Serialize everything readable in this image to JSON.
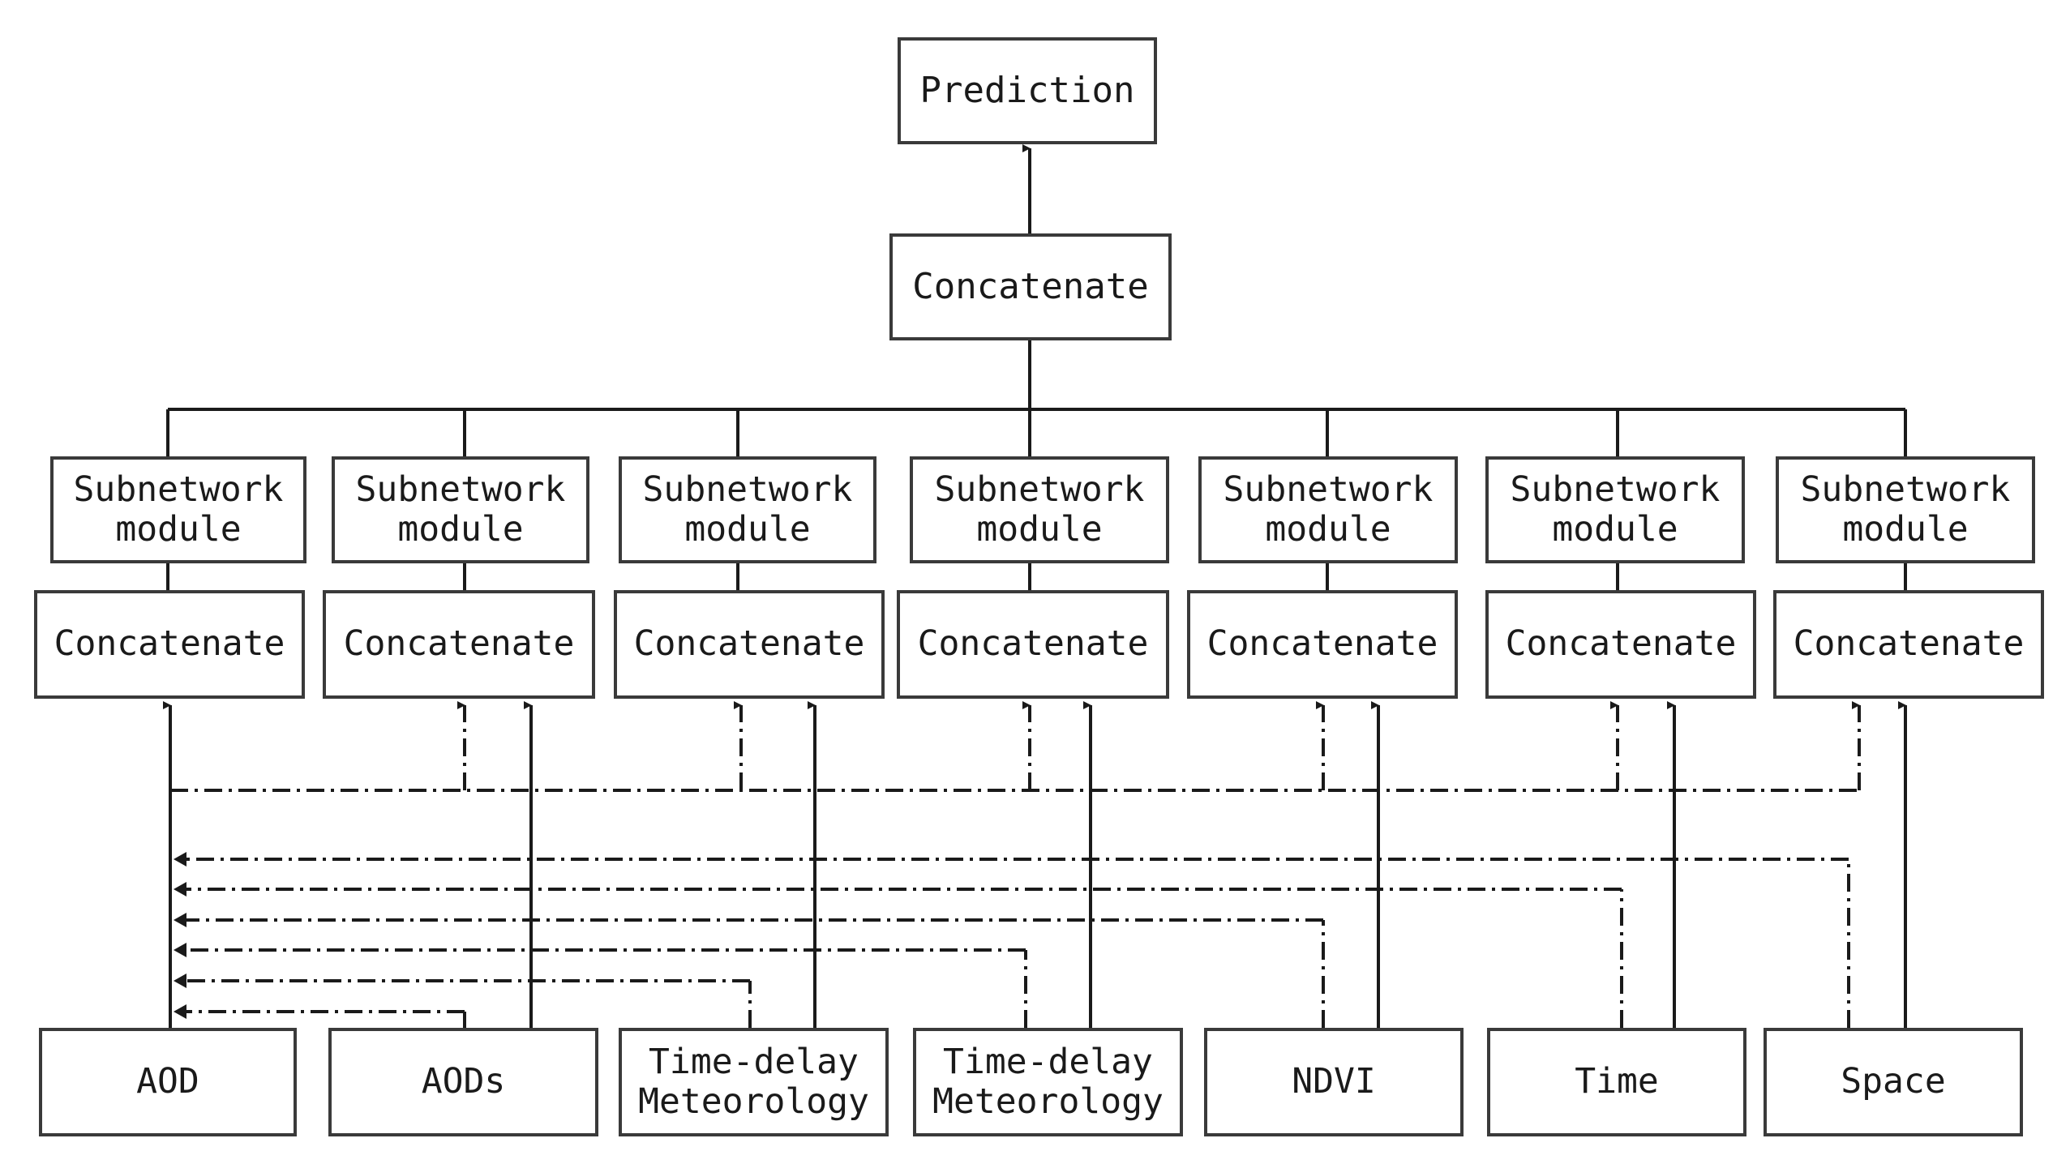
{
  "diagram": {
    "prediction": "Prediction",
    "top_concatenate": "Concatenate",
    "branches": [
      {
        "subnetwork": "Subnetwork\nmodule",
        "concatenate": "Concatenate",
        "input": "AOD"
      },
      {
        "subnetwork": "Subnetwork\nmodule",
        "concatenate": "Concatenate",
        "input": "AODs"
      },
      {
        "subnetwork": "Subnetwork\nmodule",
        "concatenate": "Concatenate",
        "input": "Time-delay\nMeteorology"
      },
      {
        "subnetwork": "Subnetwork\nmodule",
        "concatenate": "Concatenate",
        "input": "Time-delay\nMeteorology"
      },
      {
        "subnetwork": "Subnetwork\nmodule",
        "concatenate": "Concatenate",
        "input": "NDVI"
      },
      {
        "subnetwork": "Subnetwork\nmodule",
        "concatenate": "Concatenate",
        "input": "Time"
      },
      {
        "subnetwork": "Subnetwork\nmodule",
        "concatenate": "Concatenate",
        "input": "Space"
      }
    ]
  }
}
